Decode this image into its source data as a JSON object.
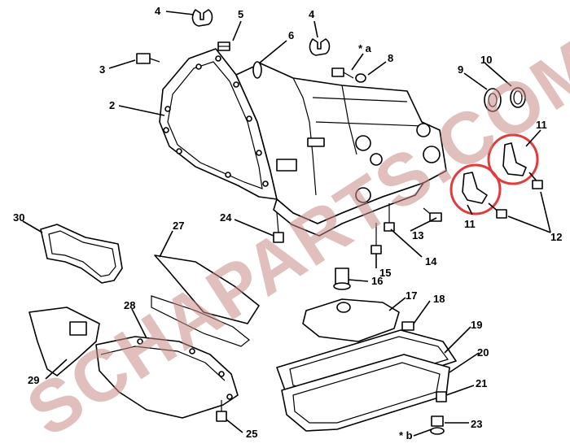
{
  "callouts": [
    {
      "id": "c4a",
      "text": "4"
    },
    {
      "id": "c5",
      "text": "5"
    },
    {
      "id": "c4b",
      "text": "4"
    },
    {
      "id": "c6",
      "text": "6"
    },
    {
      "id": "c3",
      "text": "3"
    },
    {
      "id": "ca",
      "text": "* a"
    },
    {
      "id": "c8",
      "text": "8"
    },
    {
      "id": "c9",
      "text": "9"
    },
    {
      "id": "c10",
      "text": "10"
    },
    {
      "id": "c2",
      "text": "2"
    },
    {
      "id": "c11a",
      "text": "11"
    },
    {
      "id": "c11b",
      "text": "11"
    },
    {
      "id": "c12",
      "text": "12"
    },
    {
      "id": "c30",
      "text": "30"
    },
    {
      "id": "c27",
      "text": "27"
    },
    {
      "id": "c24",
      "text": "24"
    },
    {
      "id": "c13",
      "text": "13"
    },
    {
      "id": "c14",
      "text": "14"
    },
    {
      "id": "c15",
      "text": "15"
    },
    {
      "id": "c16",
      "text": "16"
    },
    {
      "id": "c17",
      "text": "17"
    },
    {
      "id": "c18",
      "text": "18"
    },
    {
      "id": "c19",
      "text": "19"
    },
    {
      "id": "c20",
      "text": "20"
    },
    {
      "id": "c21",
      "text": "21"
    },
    {
      "id": "c28",
      "text": "28"
    },
    {
      "id": "c29",
      "text": "29"
    },
    {
      "id": "c23",
      "text": "23"
    },
    {
      "id": "c25",
      "text": "25"
    },
    {
      "id": "cb",
      "text": "* b"
    }
  ],
  "watermark": "SCHAPARTS.COM",
  "colors": {
    "ink": "#000000",
    "highlight": "#e23b3b",
    "watermark": "#c98a86"
  }
}
